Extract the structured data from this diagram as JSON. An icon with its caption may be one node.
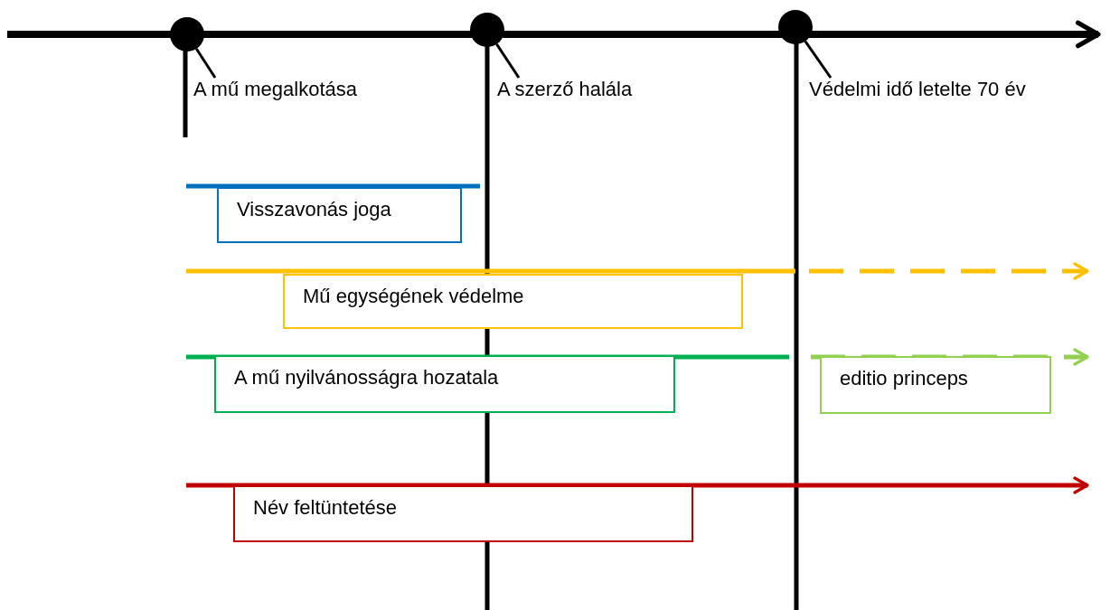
{
  "diagram": {
    "nodes": [
      {
        "text": [],
        "shape": "circle"
      },
      {
        "text": [],
        "shape": "circle"
      },
      {
        "text": [],
        "shape": "circle"
      },
      {
        "text": [
          "A mű megalkotása"
        ]
      },
      {
        "text": [
          "A szerző halála"
        ]
      },
      {
        "text": [
          "Védelmi idő letelte 70 év"
        ]
      },
      {
        "text": [
          "Visszavonás joga"
        ]
      },
      {
        "text": [
          "Mű egységének védelme"
        ]
      },
      {
        "text": [
          "A mű nyilvánosságra  hozatala"
        ]
      },
      {
        "text": [
          "editio princeps"
        ]
      },
      {
        "text": [
          "Név feltüntetése"
        ]
      }
    ],
    "edges": [
      {
        "from": 3,
        "to": 0,
        "arrow": "none"
      },
      {
        "from": 4,
        "to": 1,
        "arrow": "none"
      },
      {
        "from": 5,
        "to": 2,
        "arrow": "none"
      }
    ]
  }
}
